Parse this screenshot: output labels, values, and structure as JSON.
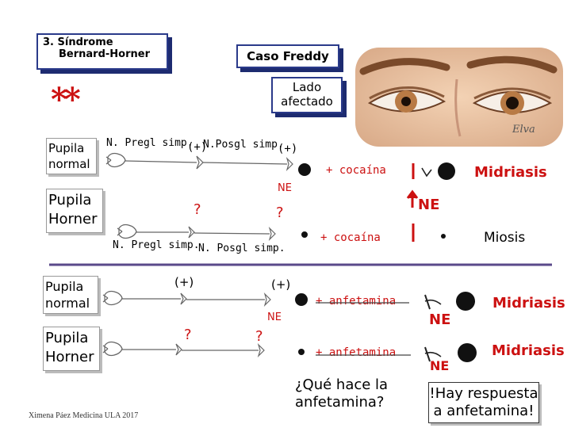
{
  "title_box": {
    "line1": "3. Síndrome",
    "line2": "Bernard-Horner"
  },
  "case_box": "Caso Freddy",
  "affected_side_box": {
    "line1": "Lado",
    "line2": "afectado"
  },
  "asterisks": "**",
  "photo": {
    "label": "eyes photo",
    "signature": "Elva"
  },
  "top_section": {
    "normal_label": {
      "line1": "Pupila",
      "line2": "normal"
    },
    "horner_label": {
      "line1": "Pupila",
      "line2": "Horner"
    },
    "normal_row": {
      "pregl_text": "N. Pregl simp.",
      "pregl_sign": "(+)",
      "posgl_text": "N.Posgl simp.",
      "posgl_sign": "(+)",
      "ne_label": "NE",
      "drug": "+ cocaína",
      "result": "Midriasis"
    },
    "horner_row": {
      "q1": "?",
      "q2": "?",
      "pregl_text": "N. Pregl simp.",
      "posgl_text": "N. Posgl simp.",
      "drug": "+ cocaína",
      "ne_label": "NE",
      "result": "Miosis"
    }
  },
  "bottom_section": {
    "normal_label": {
      "line1": "Pupila",
      "line2": "normal"
    },
    "horner_label": {
      "line1": "Pupila",
      "line2": "Horner"
    },
    "normal_row": {
      "sign1": "(+)",
      "sign2": "(+)",
      "ne_label": "NE",
      "drug": "+ anfetamina",
      "ne_right": "NE",
      "result": "Midriasis"
    },
    "horner_row": {
      "q1": "?",
      "q2": "?",
      "drug": "+ anfetamina",
      "ne_right": "NE",
      "result": "Midriasis"
    },
    "question": {
      "line1": "¿Qué hace la",
      "line2": "anfetamina?"
    },
    "answer": {
      "line1": "!Hay respuesta",
      "line2": "a anfetamina!"
    }
  },
  "footer": "Ximena Páez Medicina ULA 2017",
  "colors": {
    "box_border": "#2a3a8a",
    "red": "#cc1111",
    "divider": "#5a4a8a"
  }
}
